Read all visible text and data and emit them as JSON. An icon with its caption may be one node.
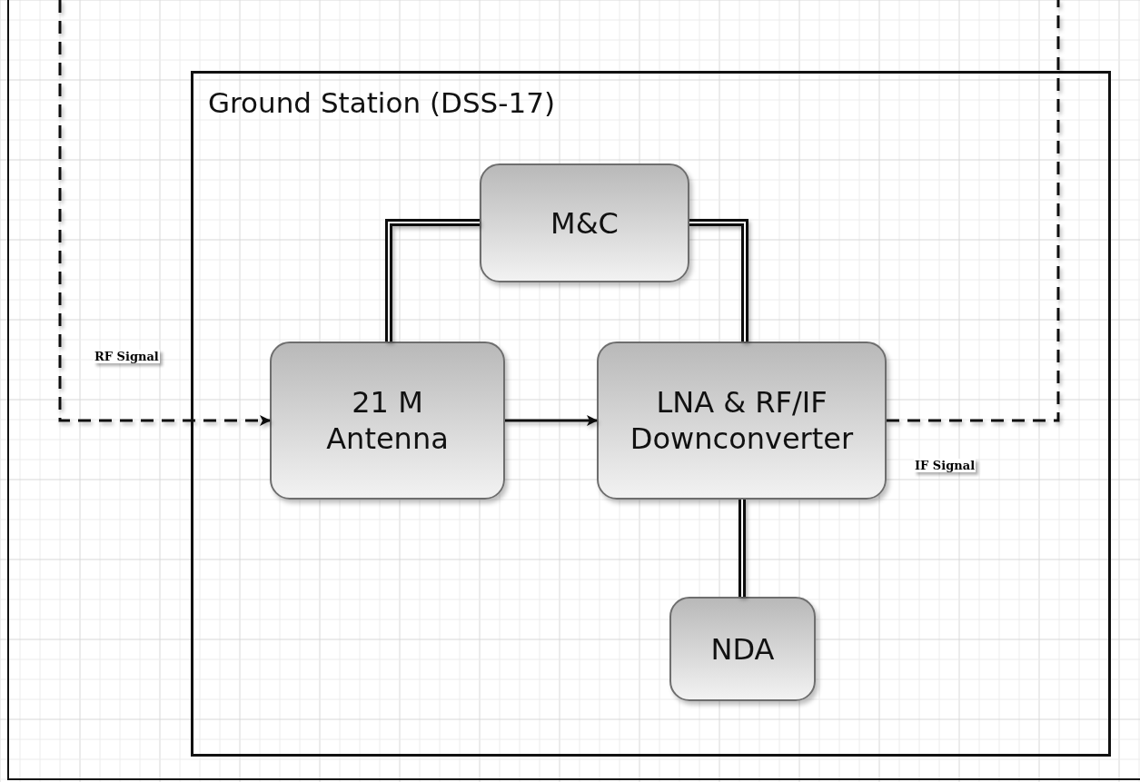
{
  "diagram": {
    "nodes": [
      {
        "text": [
          "Ground Station (DSS-17)"
        ]
      },
      {
        "text": [
          "M&C"
        ],
        "in": 0
      },
      {
        "text": [
          "21 M Antenna"
        ],
        "in": 0
      },
      {
        "text": [
          "LNA & RF/IF Downconverter"
        ],
        "in": 0
      },
      {
        "text": [
          "NDA"
        ],
        "in": 0
      }
    ],
    "edges": [
      {
        "from": null,
        "to": 2,
        "arrow": "to",
        "style": "dashed",
        "label": "RF Signal"
      },
      {
        "from": 2,
        "to": 3,
        "arrow": "to"
      },
      {
        "from": 3,
        "to": null,
        "arrow": "none",
        "style": "dashed",
        "label": "IF Signal"
      },
      {
        "from": 2,
        "to": 1,
        "arrow": "none",
        "style": "thick"
      },
      {
        "from": 1,
        "to": 3,
        "arrow": "none",
        "style": "thick"
      },
      {
        "from": 3,
        "to": 4,
        "arrow": "none",
        "style": "thick"
      }
    ]
  }
}
